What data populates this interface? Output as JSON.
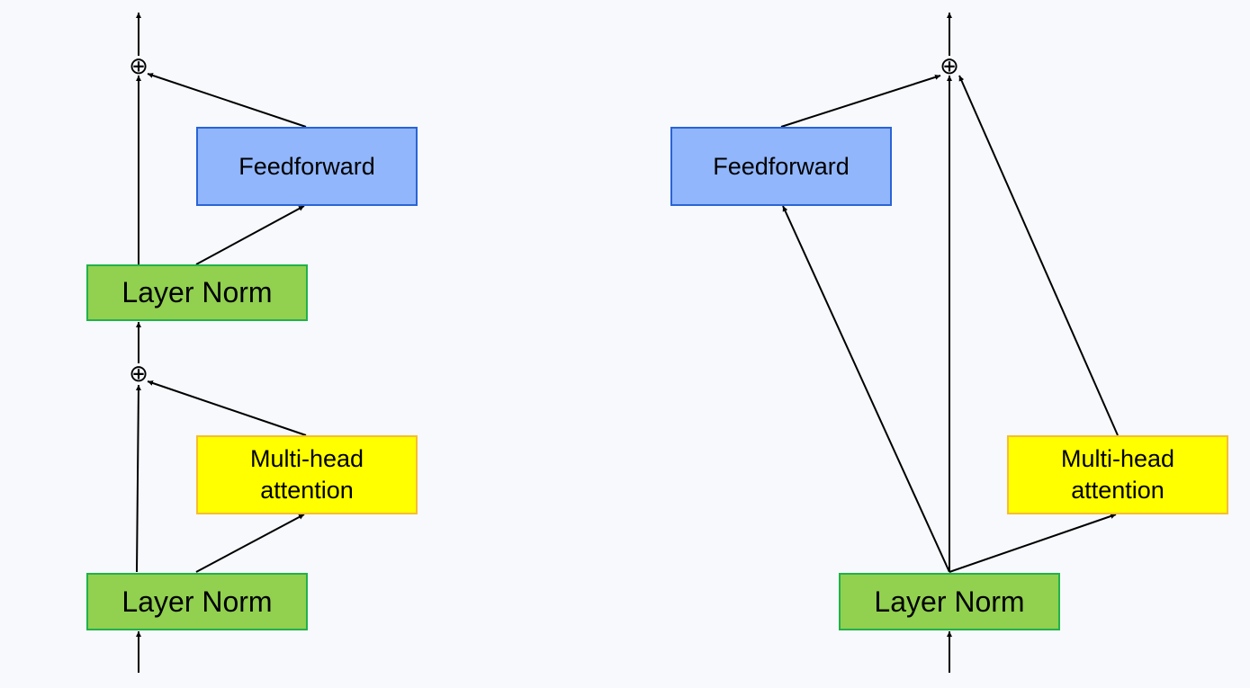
{
  "diagrams": {
    "left": {
      "layer_norm_top": "Layer Norm",
      "feedforward": "Feedforward",
      "attention": [
        "Multi-head",
        "attention"
      ],
      "layer_norm_bottom": "Layer Norm",
      "add_symbol": "⊕"
    },
    "right": {
      "feedforward": "Feedforward",
      "attention": [
        "Multi-head",
        "attention"
      ],
      "layer_norm": "Layer Norm",
      "add_symbol": "⊕"
    }
  },
  "colors": {
    "layer_norm_fill": "#92d050",
    "feedforward_fill": "#91b6fb",
    "attention_fill": "#ffff00",
    "line": "#000000"
  }
}
